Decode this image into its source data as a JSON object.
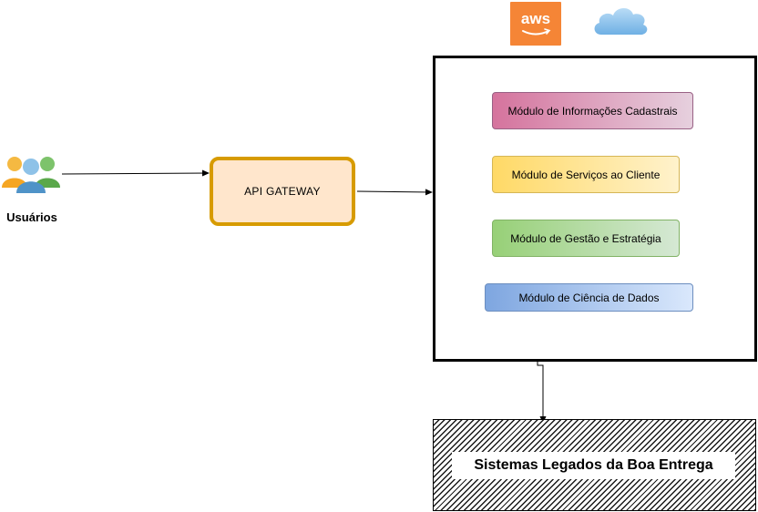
{
  "logos": {
    "aws": "aws",
    "cloud_icon": "cloud-icon",
    "aws_color": "#f58536",
    "cloud_color": "#8ec2ea"
  },
  "actor": {
    "label": "Usuários",
    "icon": "users-icon"
  },
  "gateway": {
    "label": "API  GATEWAY",
    "fill": "#ffe6cc",
    "stroke": "#d79b00"
  },
  "modules": [
    {
      "label": "Módulo de Informações Cadastrais",
      "color": "#d5739d"
    },
    {
      "label": "Módulo de Serviços ao Cliente",
      "color": "#ffd966"
    },
    {
      "label": "Módulo de Gestão e Estratégia",
      "color": "#97d077"
    },
    {
      "label": "Módulo de Ciência de Dados",
      "color": "#7ea6e0"
    }
  ],
  "legacy": {
    "label": "Sistemas Legados da Boa Entrega"
  }
}
